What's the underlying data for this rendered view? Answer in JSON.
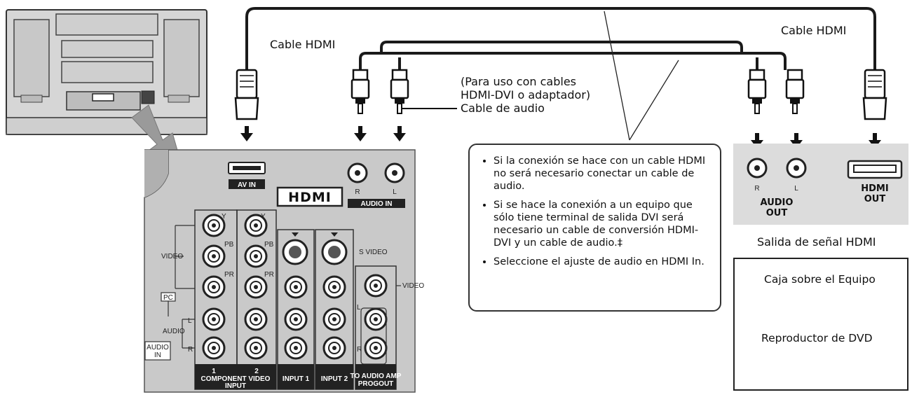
{
  "labels": {
    "cable_hdmi_left": "Cable HDMI",
    "cable_hdmi_right": "Cable HDMI",
    "adapter_note_1": "(Para uso con cables",
    "adapter_note_2": "HDMI-DVI o adaptador)",
    "cable_audio": "Cable de audio",
    "hdmi_signal_output": "Salida de señal HDMI",
    "set_top_box": "Caja sobre el Equipo",
    "dvd_player": "Reproductor de DVD"
  },
  "notes": [
    "Si la conexión se hace con un cable HDMI no será necesario conectar un cable de audio.",
    "Si se hace la conexión a un equipo que sólo tiene terminal de salida DVI será necesario un cable de conversión HDMI-DVI y un cable de audio.‡",
    "Seleccione el ajuste de audio en HDMI In."
  ],
  "tv_panel": {
    "av_in": "AV IN",
    "hdmi_logo": "HDMI",
    "audio_in": "AUDIO IN",
    "r": "R",
    "l": "L",
    "y": "Y",
    "pb": "PB",
    "pr": "PR",
    "video": "VIDEO",
    "pc": "PC",
    "audio": "AUDIO",
    "audio_in_box_1": "AUDIO",
    "audio_in_box_2": "IN",
    "s_video": "S VIDEO",
    "video_right": "VIDEO",
    "component_1": "1",
    "component_2": "2",
    "component_video_input_1": "COMPONENT VIDEO",
    "component_video_input_2": "INPUT",
    "input_1": "INPUT 1",
    "input_2": "INPUT 2",
    "to_audio_amp": "TO AUDIO AMP",
    "progout": "PROGOUT"
  },
  "source_panel": {
    "r": "R",
    "l": "L",
    "audio_out_1": "AUDIO",
    "audio_out_2": "OUT",
    "hdmi_out_1": "HDMI",
    "hdmi_out_2": "OUT"
  },
  "colors": {
    "panel_fill": "#c9c9c9",
    "source_panel_fill": "#dcdcdc",
    "cable": "#1a1a1a",
    "label_block": "#222222"
  }
}
